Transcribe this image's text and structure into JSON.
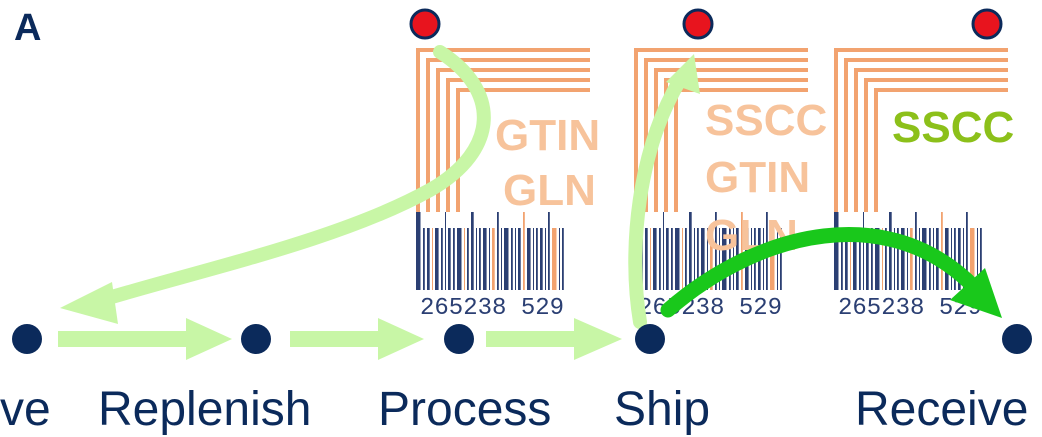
{
  "panel_label": "A",
  "stages": [
    {
      "id": "receive-1",
      "label": "ve"
    },
    {
      "id": "replenish",
      "label": "Replenish"
    },
    {
      "id": "process",
      "label": "Process"
    },
    {
      "id": "ship",
      "label": "Ship"
    },
    {
      "id": "receive-2",
      "label": "Receive"
    }
  ],
  "tags": [
    {
      "id": "tag-1",
      "lines": [
        "GTIN",
        "GLN"
      ],
      "barcode_digits": "265238 529",
      "color": "#f7c39b"
    },
    {
      "id": "tag-2",
      "lines": [
        "SSCC",
        "GTIN",
        "GLN"
      ],
      "barcode_digits": "265238 529",
      "color": "#f7c39b"
    },
    {
      "id": "tag-3",
      "lines": [
        "SSCC"
      ],
      "barcode_digits": "265238 529",
      "color": "#8cc01a"
    }
  ],
  "colors": {
    "node": "#0b2a5b",
    "rfid_dot": "#e8141e",
    "antenna": "#f2a370",
    "flow_arrow": "#c8f6a6",
    "highlight_arrow": "#19c81b",
    "text": "#0b2a5b"
  }
}
